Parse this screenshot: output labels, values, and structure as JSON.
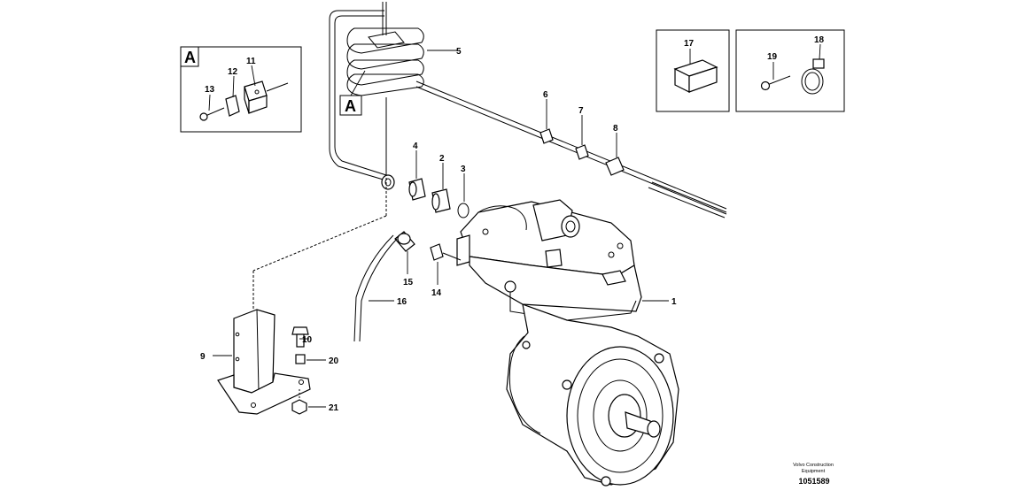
{
  "parts": {
    "p1": "1",
    "p2": "2",
    "p3": "3",
    "p4": "4",
    "p5": "5",
    "p6": "6",
    "p7": "7",
    "p8": "8",
    "p9": "9",
    "p10": "10",
    "p11": "11",
    "p12": "12",
    "p13": "13",
    "p14": "14",
    "p15": "15",
    "p16": "16",
    "p17": "17",
    "p18": "18",
    "p19": "19",
    "p20": "20",
    "p21": "21"
  },
  "detail_marker": "A",
  "footer": {
    "maker_line1": "Volvo Construction",
    "maker_line2": "Equipment",
    "drawing_number": "1051589"
  }
}
